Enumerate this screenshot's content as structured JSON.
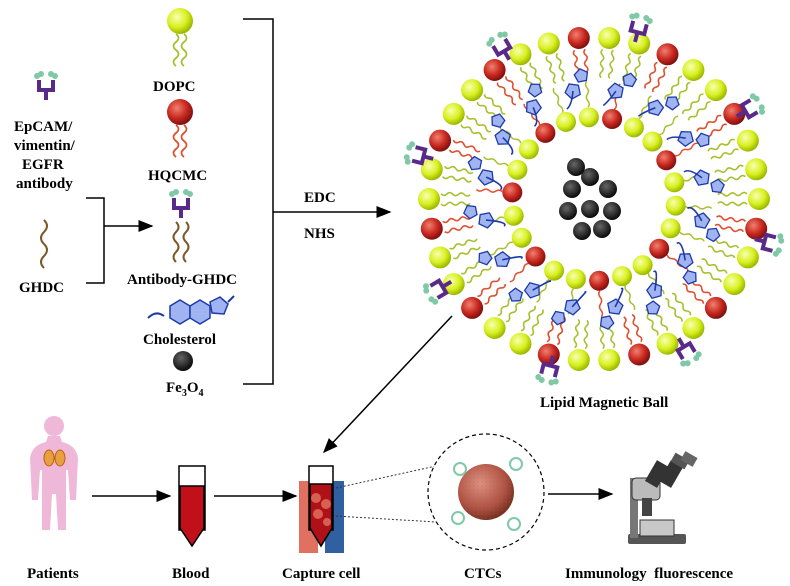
{
  "components": {
    "antibody_line1": "EpCAM/",
    "antibody_line2": "vimentin/",
    "antibody_line3": "EGFR",
    "antibody_line4": "antibody",
    "ghdc": "GHDC",
    "dopc": "DOPC",
    "hqcmc": "HQCMC",
    "antibody_ghdc": "Antibody-GHDC",
    "cholesterol": "Cholesterol",
    "fe3o4_main": "Fe",
    "fe3o4_sub1": "3",
    "fe3o4_o": "O",
    "fe3o4_sub2": "4"
  },
  "reaction": {
    "reagent1": "EDC",
    "reagent2": "NHS"
  },
  "product": {
    "label": "Lipid Magnetic Ball"
  },
  "workflow": [
    {
      "label": "Patients"
    },
    {
      "label": "Blood"
    },
    {
      "label": "Capture cell"
    },
    {
      "label": "CTCs"
    },
    {
      "label": "Immunology  fluorescence"
    }
  ],
  "colors": {
    "dopc_head": "#d8f020",
    "hqcmc_head": "#c8281e",
    "antibody": "#5a2a8a",
    "antibody_tip": "#7fc9a6",
    "cholesterol": "#3a5bd0",
    "iron_oxide": "#1a1a1a",
    "blood": "#c0101a",
    "patient": "#f0b8d8"
  }
}
